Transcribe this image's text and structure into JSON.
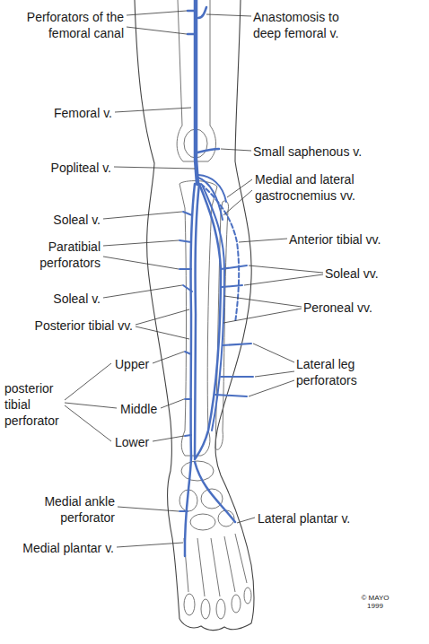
{
  "diagram": {
    "labels": [
      "Perforators of the femoral canal",
      "Anastomosis to deep femoral v.",
      "Femoral v.",
      "Small saphenous v.",
      "Popliteal v.",
      "Medial and lateral gastrocnemius vv.",
      "Soleal v.",
      "Anterior tibial vv.",
      "Paratibial perforators",
      "Soleal vv.",
      "Soleal v.",
      "Peroneal vv.",
      "Posterior tibial vv.",
      "Upper",
      "Lateral leg perforators",
      "posterior tibial perforator",
      "Middle",
      "Lower",
      "Medial ankle perforator",
      "Lateral plantar v.",
      "Medial plantar v.",
      "© MAYO 1999"
    ]
  }
}
